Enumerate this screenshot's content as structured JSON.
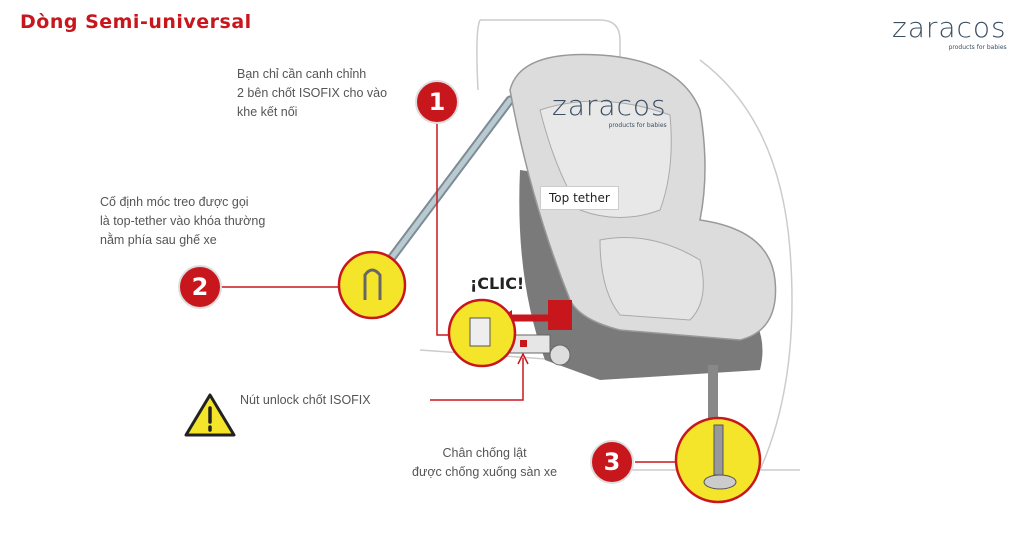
{
  "title": "Dòng Semi-universal",
  "logo": {
    "text": "zaracos",
    "tagline": "products for babies"
  },
  "seat_logo": {
    "text": "zaracos",
    "tagline": "products for babies"
  },
  "top_tether_label": "Top tether",
  "clic_label": "¡CLIC!",
  "steps": [
    {
      "number": "1",
      "text": [
        "Bạn chỉ cần canh chỉnh",
        "2 bên chốt ISOFIX cho vào",
        "khe kết nối"
      ]
    },
    {
      "number": "2",
      "text": [
        "Cố định móc treo được gọi",
        "là top-tether vào khóa thường",
        "nằm phía sau ghế xe"
      ]
    },
    {
      "number": "3",
      "text": [
        "Chân chống lật",
        "được chống xuống sàn xe"
      ]
    }
  ],
  "warning": {
    "icon": "warning-triangle-icon",
    "text": "Nút unlock chốt ISOFIX"
  },
  "colors": {
    "accent": "#c8161d",
    "highlight": "#f5e52a",
    "seat": "#d9d9d9"
  }
}
